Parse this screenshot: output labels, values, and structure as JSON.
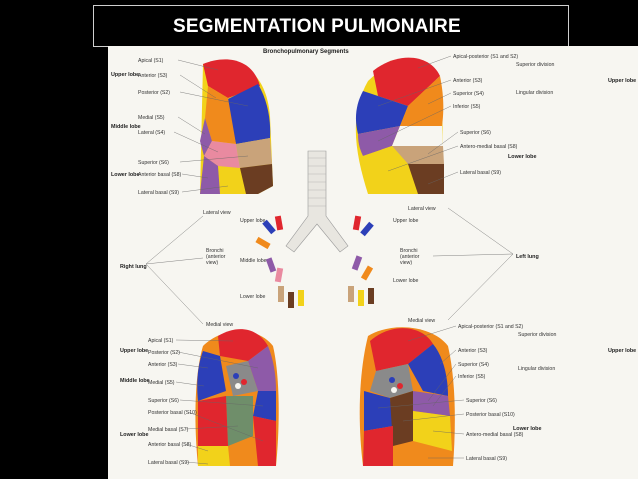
{
  "slide": {
    "title": "SEGMENTATION PULMONAIRE"
  },
  "plate": {
    "heading": "Bronchopulmonary Segments",
    "center": {
      "lateral_view": "Lateral view",
      "medial_view": "Medial view",
      "right_lung": "Right lung",
      "left_lung": "Left lung",
      "upper_lobe": "Upper lobe",
      "middle_lobe": "Middle lobe",
      "lower_lobe": "Lower lobe",
      "bronchi_right": [
        "Bronchi",
        "(anterior",
        "view)"
      ],
      "upper_lobe_left": "Upper lobe",
      "bronchi_left": [
        "Bronchi",
        "(anterior",
        "view)"
      ],
      "lower_lobe_left": "Lower lobe"
    },
    "right_lateral": {
      "groups": [
        "Upper lobe",
        "Middle lobe",
        "Lower lobe"
      ],
      "labels": [
        "Apical (S1)",
        "Anterior (S3)",
        "Posterior (S2)",
        "Medial (S5)",
        "Lateral (S4)",
        "Superior (S6)",
        "Anterior basal (S8)",
        "Lateral basal (S9)"
      ]
    },
    "left_lateral": {
      "labels": [
        "Apical-posterior (S1 and S2)",
        "Anterior (S3)",
        "Superior (S4)",
        "Inferior (S5)",
        "Superior (S6)",
        "Antero-medial basal (S8)",
        "Lateral basal (S9)"
      ],
      "groups": [
        "Superior division",
        "Lingular division",
        "Upper lobe",
        "Lower lobe"
      ]
    },
    "right_medial": {
      "groups": [
        "Upper lobe",
        "Middle lobe",
        "Lower lobe"
      ],
      "labels": [
        "Apical (S1)",
        "Posterior (S2)",
        "Anterior (S3)",
        "Medial (S5)",
        "Superior (S6)",
        "Posterior basal (S10)",
        "Medial basal (S7)",
        "Anterior basal (S8)",
        "Lateral basal (S9)"
      ]
    },
    "left_medial": {
      "labels": [
        "Apical-posterior (S1 and S2)",
        "Anterior (S3)",
        "Superior (S4)",
        "Inferior (S5)",
        "Superior (S6)",
        "Posterior basal (S10)",
        "Antero-medial basal (S8)",
        "Lateral basal (S9)"
      ],
      "groups": [
        "Superior division",
        "Lingular division",
        "Upper lobe",
        "Lower lobe"
      ]
    },
    "colors": {
      "red": "#e0262e",
      "blue": "#2c3fb8",
      "purple": "#8e5aa8",
      "yellow": "#f2d21a",
      "orange": "#f08a1c",
      "brown": "#6b3d22",
      "green": "#6f8e6a",
      "pink": "#e98aa0",
      "tan": "#c9a37a"
    }
  }
}
